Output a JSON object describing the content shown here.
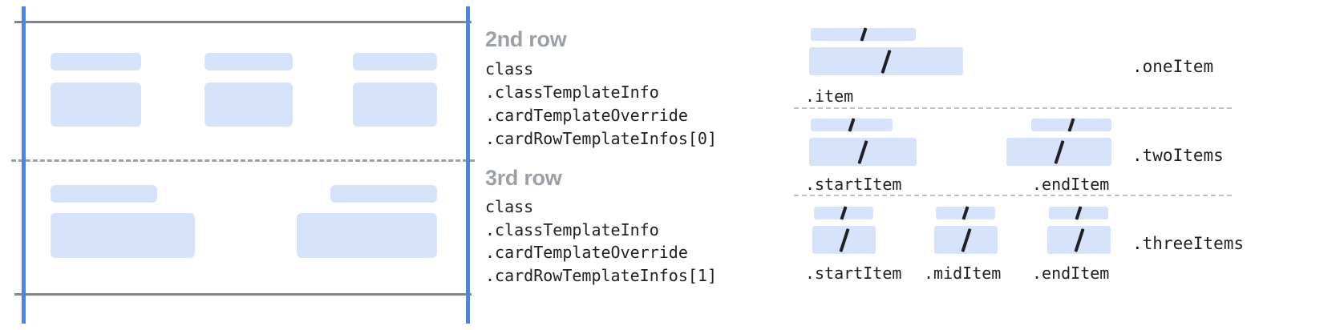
{
  "colors": {
    "placeholder_blue": "#d7e2fb",
    "accent_blue": "#4285f4",
    "rule_gray": "#80868b",
    "dash_gray": "#9aa0a6",
    "dot_gray": "#bdc1c6",
    "title_gray": "#9aa0a6",
    "code_ink": "#202124"
  },
  "left_diagram": {
    "name": "card-row-preview",
    "rows": [
      {
        "id": "row-2",
        "slots": [
          {
            "label_bar": true,
            "content_box": true
          },
          {
            "label_bar": true,
            "content_box": true
          },
          {
            "label_bar": true,
            "content_box": true
          }
        ]
      },
      {
        "id": "row-3",
        "slots": [
          {
            "label_bar": true,
            "content_box": true
          },
          {
            "label_bar": true,
            "content_box": true
          }
        ]
      }
    ]
  },
  "middle": {
    "rows": [
      {
        "title": "2nd row",
        "code_lines": [
          "class",
          ".classTemplateInfo",
          ".cardTemplateOverride",
          ".cardRowTemplateInfos[0]"
        ]
      },
      {
        "title": "3rd row",
        "code_lines": [
          "class",
          ".classTemplateInfo",
          ".cardTemplateOverride",
          ".cardRowTemplateInfos[1]"
        ]
      }
    ]
  },
  "right_diagram": {
    "variants": [
      {
        "name": "oneItem",
        "variant_label": ".oneItem",
        "items": [
          {
            "label": ".item"
          }
        ]
      },
      {
        "name": "twoItems",
        "variant_label": ".twoItems",
        "items": [
          {
            "label": ".startItem"
          },
          {
            "label": ".endItem"
          }
        ]
      },
      {
        "name": "threeItems",
        "variant_label": ".threeItems",
        "items": [
          {
            "label": ".startItem"
          },
          {
            "label": ".midItem"
          },
          {
            "label": ".endItem"
          }
        ]
      }
    ]
  }
}
